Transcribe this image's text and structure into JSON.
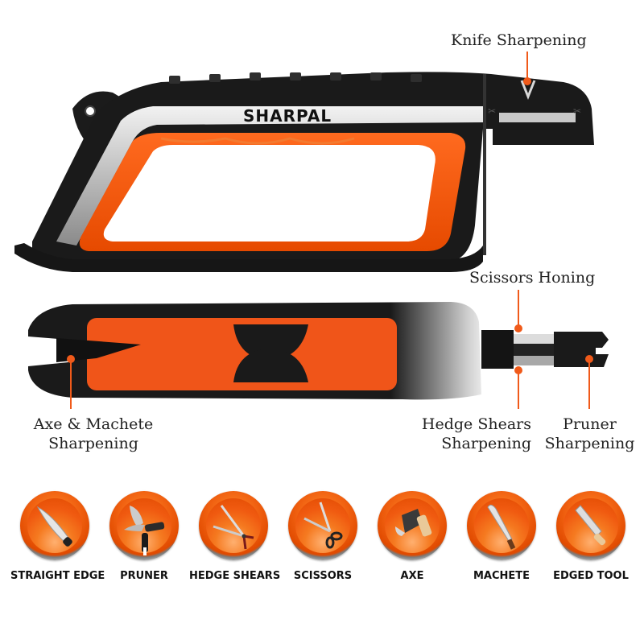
{
  "product": {
    "brand": "SHARPAL",
    "colors": {
      "accent": "#f05a1a",
      "body": "#1a1a1a",
      "grip": "#f05a1a",
      "chrome": "#c8c8c8"
    }
  },
  "callouts": {
    "knife": "Knife Sharpening",
    "scissors_honing": "Scissors Honing",
    "axe_l1": "Axe & Machete",
    "axe_l2": "Sharpening",
    "hedge_l1": "Hedge Shears",
    "hedge_l2": "Sharpening",
    "pruner_l1": "Pruner",
    "pruner_l2": "Sharpening"
  },
  "tools": [
    {
      "label": "STRAIGHT EDGE",
      "icon": "knife-icon"
    },
    {
      "label": "PRUNER",
      "icon": "pruner-icon"
    },
    {
      "label": "HEDGE SHEARS",
      "icon": "hedge-shears-icon"
    },
    {
      "label": "SCISSORS",
      "icon": "scissors-icon"
    },
    {
      "label": "AXE",
      "icon": "axe-icon"
    },
    {
      "label": "MACHETE",
      "icon": "machete-icon"
    },
    {
      "label": "EDGED TOOL",
      "icon": "chisel-icon"
    }
  ]
}
